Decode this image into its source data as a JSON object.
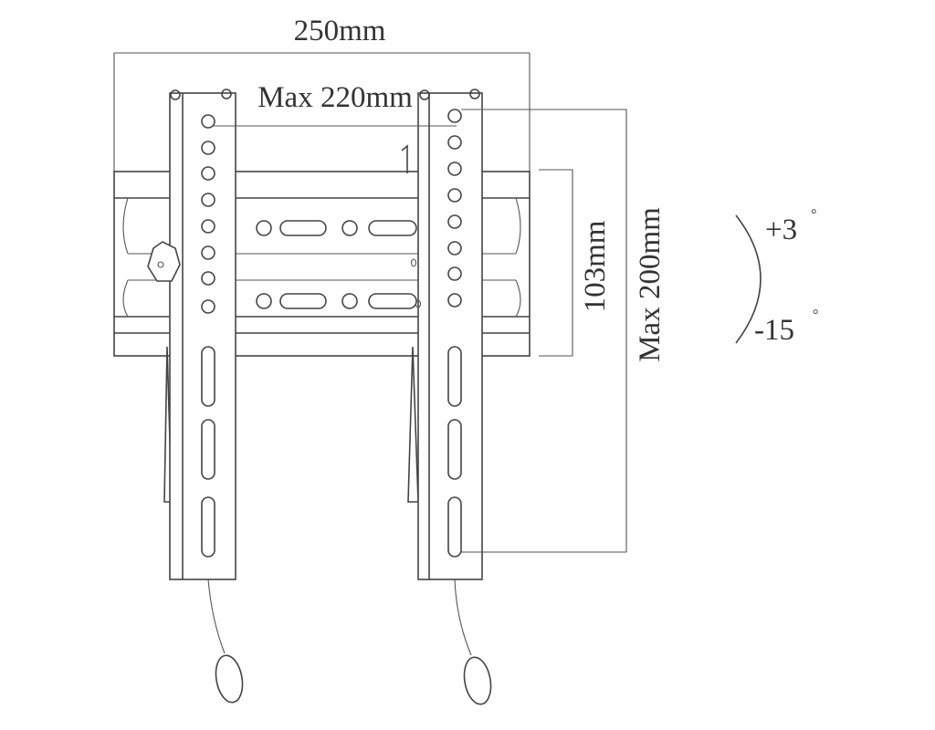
{
  "dimensions": {
    "overall_width": "250mm",
    "max_hole_spacing_horizontal": "Max 220mm",
    "max_hole_spacing_vertical": "Max 200mm",
    "rail_height": "103mm"
  },
  "tilt": {
    "up": "+3",
    "down": "-15",
    "degree_symbol": "°"
  }
}
